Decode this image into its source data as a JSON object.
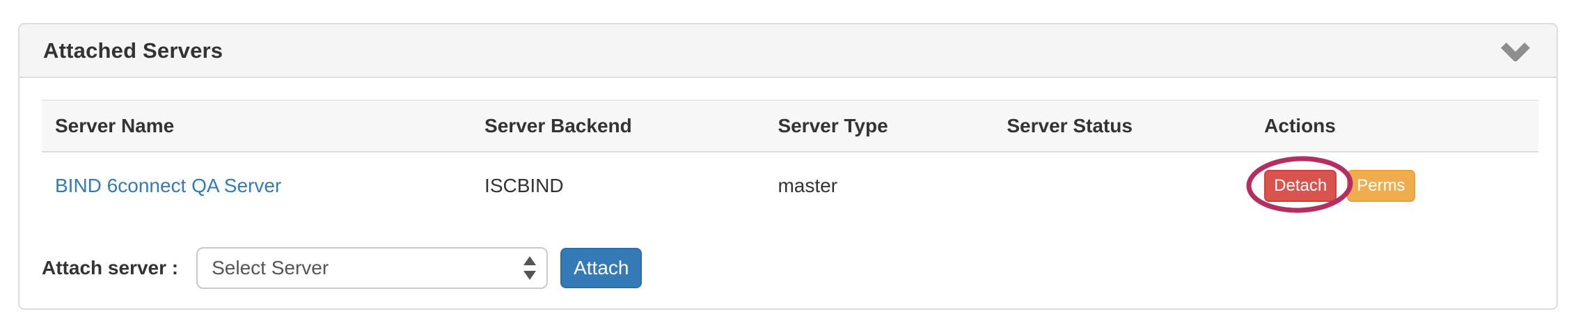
{
  "panel": {
    "title": "Attached Servers",
    "collapse_icon": "chevron-down-icon"
  },
  "table": {
    "columns": [
      "Server Name",
      "Server Backend",
      "Server Type",
      "Server Status",
      "Actions"
    ],
    "rows": [
      {
        "server_name": "BIND 6connect QA Server",
        "server_backend": "ISCBIND",
        "server_type": "master",
        "server_status": "",
        "actions": {
          "detach_label": "Detach",
          "perms_label": "Perms"
        }
      }
    ]
  },
  "attach": {
    "label": "Attach server :",
    "select_value": "Select Server",
    "select_spinner_icon": "up-down-arrows-icon",
    "button_label": "Attach"
  },
  "annotation": {
    "type": "ellipse",
    "around": "detach-button",
    "color": "#b42e62"
  },
  "colors": {
    "link_blue": "#337ab7",
    "attach_button_blue": "#337ab7",
    "detach_button_red": "#d9534f",
    "perms_button_orange": "#f0ad4e",
    "heading_background": "#f5f5f5",
    "table_header_background": "#f7f7f7",
    "border_gray": "#dddddd"
  }
}
